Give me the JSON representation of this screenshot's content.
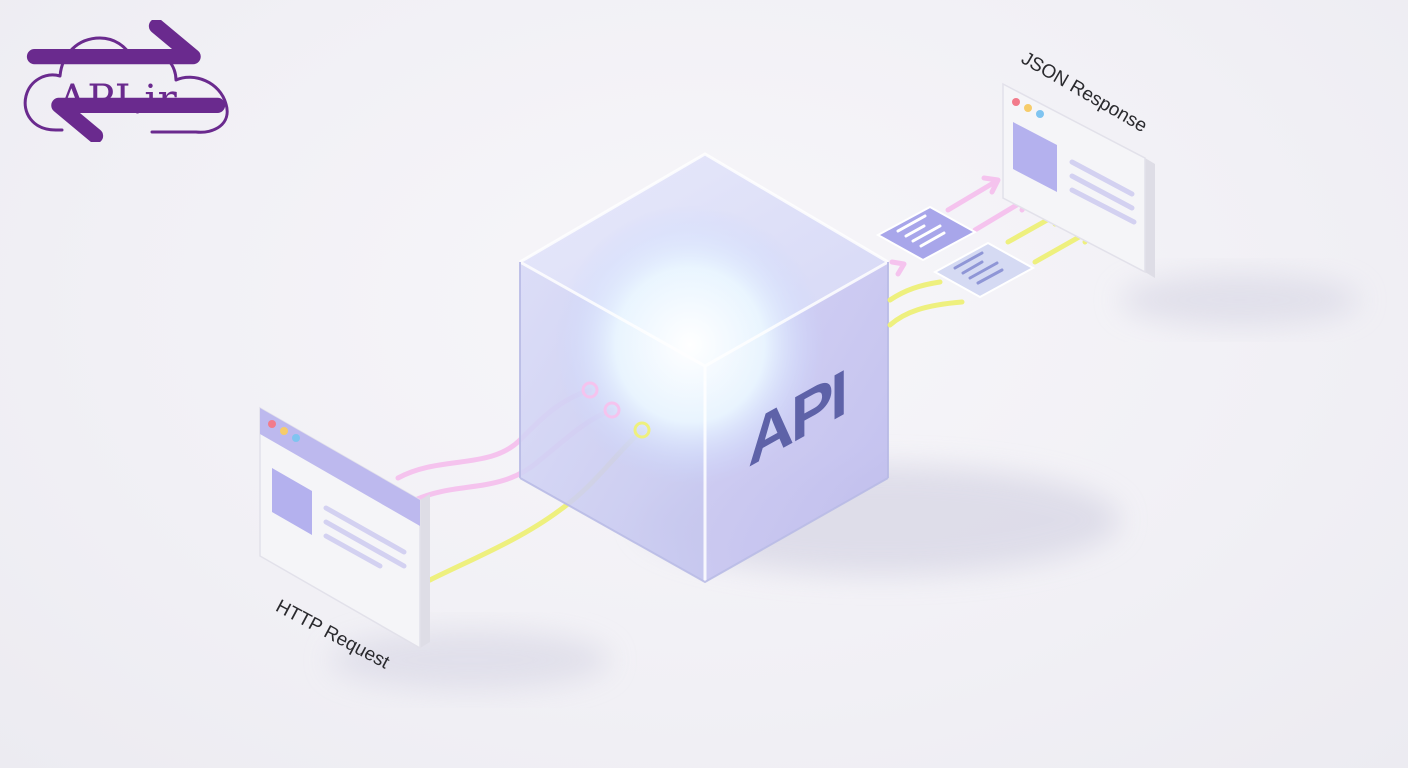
{
  "logo": {
    "text": "API.ir",
    "brand_color": "#6a2a8e",
    "icon": "cloud-icon",
    "sub_icon": "swap-arrows-icon"
  },
  "cube": {
    "label": "API",
    "label_color": "#5e62a8",
    "glass_color": "#c9c8f0"
  },
  "request": {
    "label": "HTTP Request",
    "icon": "browser-window-icon"
  },
  "response": {
    "label": "JSON Response",
    "icon": "browser-window-icon"
  },
  "flows": {
    "pink": "#f7b8ec",
    "yellow": "#f2f27a"
  },
  "window_dots": [
    "#f27b8b",
    "#f6cc6a",
    "#7fc4f0"
  ]
}
